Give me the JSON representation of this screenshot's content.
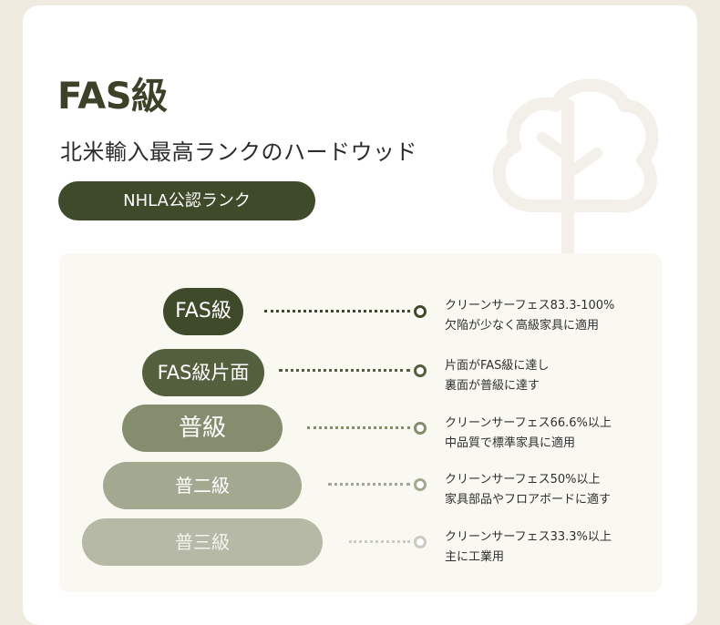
{
  "header": {
    "title": "FAS級",
    "subtitle": "北米輸入最高ランクのハードウッド",
    "badge": "NHLA公認ランク"
  },
  "tree_icon": "tree-icon",
  "colors": {
    "dark_green": "#3f4a2b",
    "title_green": "#3b4228",
    "pill_1": "#3f4a2b",
    "pill_2": "#545f3e",
    "pill_3": "#858d6f",
    "pill_4": "#a3a890",
    "pill_5": "#b6b9a5"
  },
  "ranks": [
    {
      "label": "FAS級",
      "desc_line1": "クリーンサーフェス83.3-100%",
      "desc_line2": "欠陥が少なく高級家具に適用"
    },
    {
      "label": "FAS級片面",
      "desc_line1": "片面がFAS級に達し",
      "desc_line2": "裏面が普級に達す"
    },
    {
      "label": "普級",
      "desc_line1": "クリーンサーフェス66.6%以上",
      "desc_line2": "中品質で標準家具に適用"
    },
    {
      "label": "普二級",
      "desc_line1": "クリーンサーフェス50%以上",
      "desc_line2": "家具部品やフロアボードに適す"
    },
    {
      "label": "普三級",
      "desc_line1": "クリーンサーフェス33.3%以上",
      "desc_line2": "主に工業用"
    }
  ]
}
